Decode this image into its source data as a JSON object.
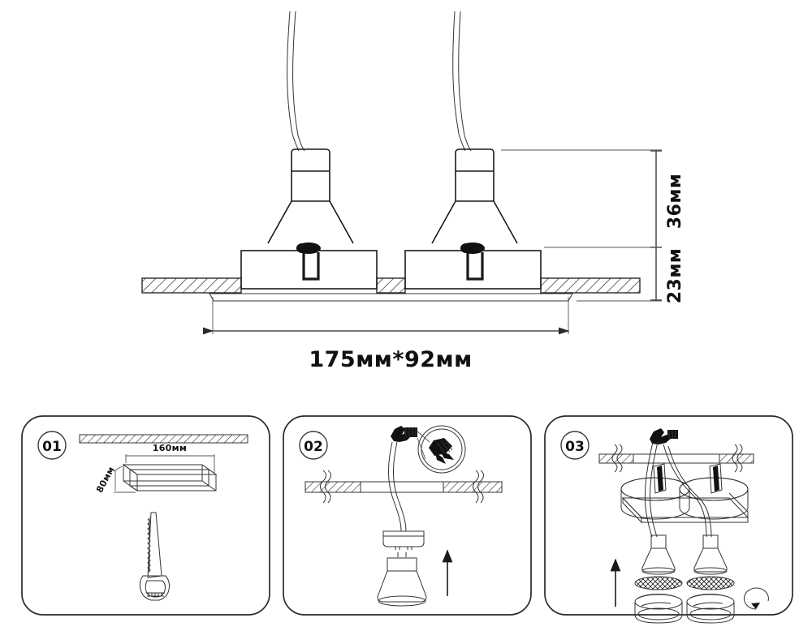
{
  "document": {
    "type": "technical-installation-drawing",
    "product": "recessed-double-spotlight-fixture",
    "units": "mm"
  },
  "main_drawing": {
    "name": "cross-section-with-dimensions",
    "dimensions": {
      "width_label": "175мм*92мм",
      "height_upper_label": "36мм",
      "height_lower_label": "23мм"
    },
    "parts": [
      {
        "name": "lamp-left",
        "label": ""
      },
      {
        "name": "lamp-right",
        "label": ""
      },
      {
        "name": "ceiling-slab",
        "label": ""
      },
      {
        "name": "trim-plate",
        "label": ""
      },
      {
        "name": "spring-clip",
        "label": ""
      },
      {
        "name": "power-cable",
        "label": ""
      }
    ]
  },
  "steps": [
    {
      "badge": "01",
      "name": "step-cut-opening",
      "labels": {
        "length": "160мм",
        "width": "80мм"
      },
      "icons": [
        "ceiling-hatch-icon",
        "cut-box-icon",
        "saw-icon"
      ]
    },
    {
      "badge": "02",
      "name": "step-connect-wiring",
      "labels": {},
      "icons": [
        "ceiling-cutout-icon",
        "connector-detail-icon",
        "lamp-socket-icon",
        "gu10-lamp-icon",
        "up-arrow-icon"
      ]
    },
    {
      "badge": "03",
      "name": "step-mount-fixture",
      "labels": {},
      "icons": [
        "ceiling-cutout-icon",
        "double-housing-icon",
        "lamp-icon",
        "mesh-disc-icon",
        "twist-ring-icon",
        "up-arrow-icon",
        "rotate-arrow-icon"
      ]
    }
  ],
  "colors": {
    "line": "#1a1a1a",
    "dim_line": "#4a4a4a",
    "panel_border": "#2a2a2a",
    "background": "#ffffff"
  }
}
